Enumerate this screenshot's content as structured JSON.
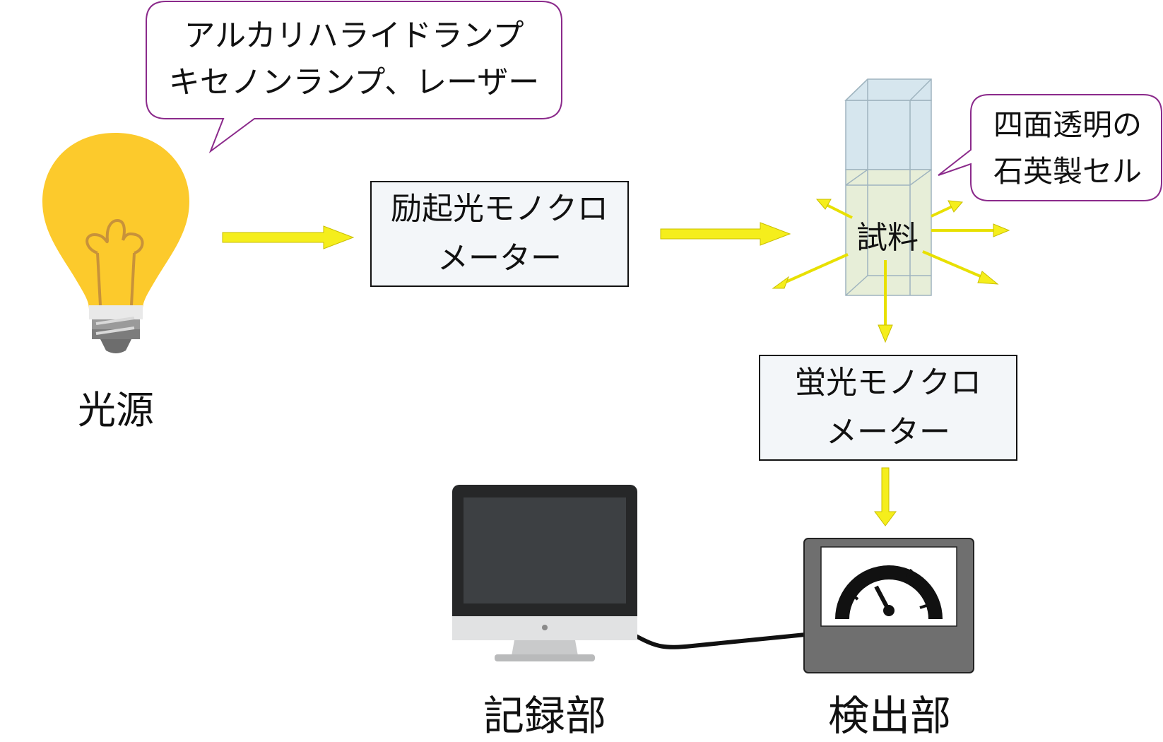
{
  "source": {
    "label": "光源",
    "bubble_line1": "アルカリハライドランプ",
    "bubble_line2": "キセノンランプ、レーザー"
  },
  "excitation_mono": {
    "line1": "励起光モノクロ",
    "line2": "メーター"
  },
  "sample": {
    "label": "試料",
    "cell_line1": "四面透明の",
    "cell_line2": "石英製セル"
  },
  "emission_mono": {
    "line1": "蛍光モノクロ",
    "line2": "メーター"
  },
  "detector": {
    "label": "検出部"
  },
  "recorder": {
    "label": "記録部"
  },
  "colors": {
    "arrow": "#f5ee1c",
    "arrow_stroke": "#c9bf00",
    "bulb": "#fcca2c",
    "bubble_border": "#8b2a8b",
    "box_fill": "#f3f6f9"
  }
}
